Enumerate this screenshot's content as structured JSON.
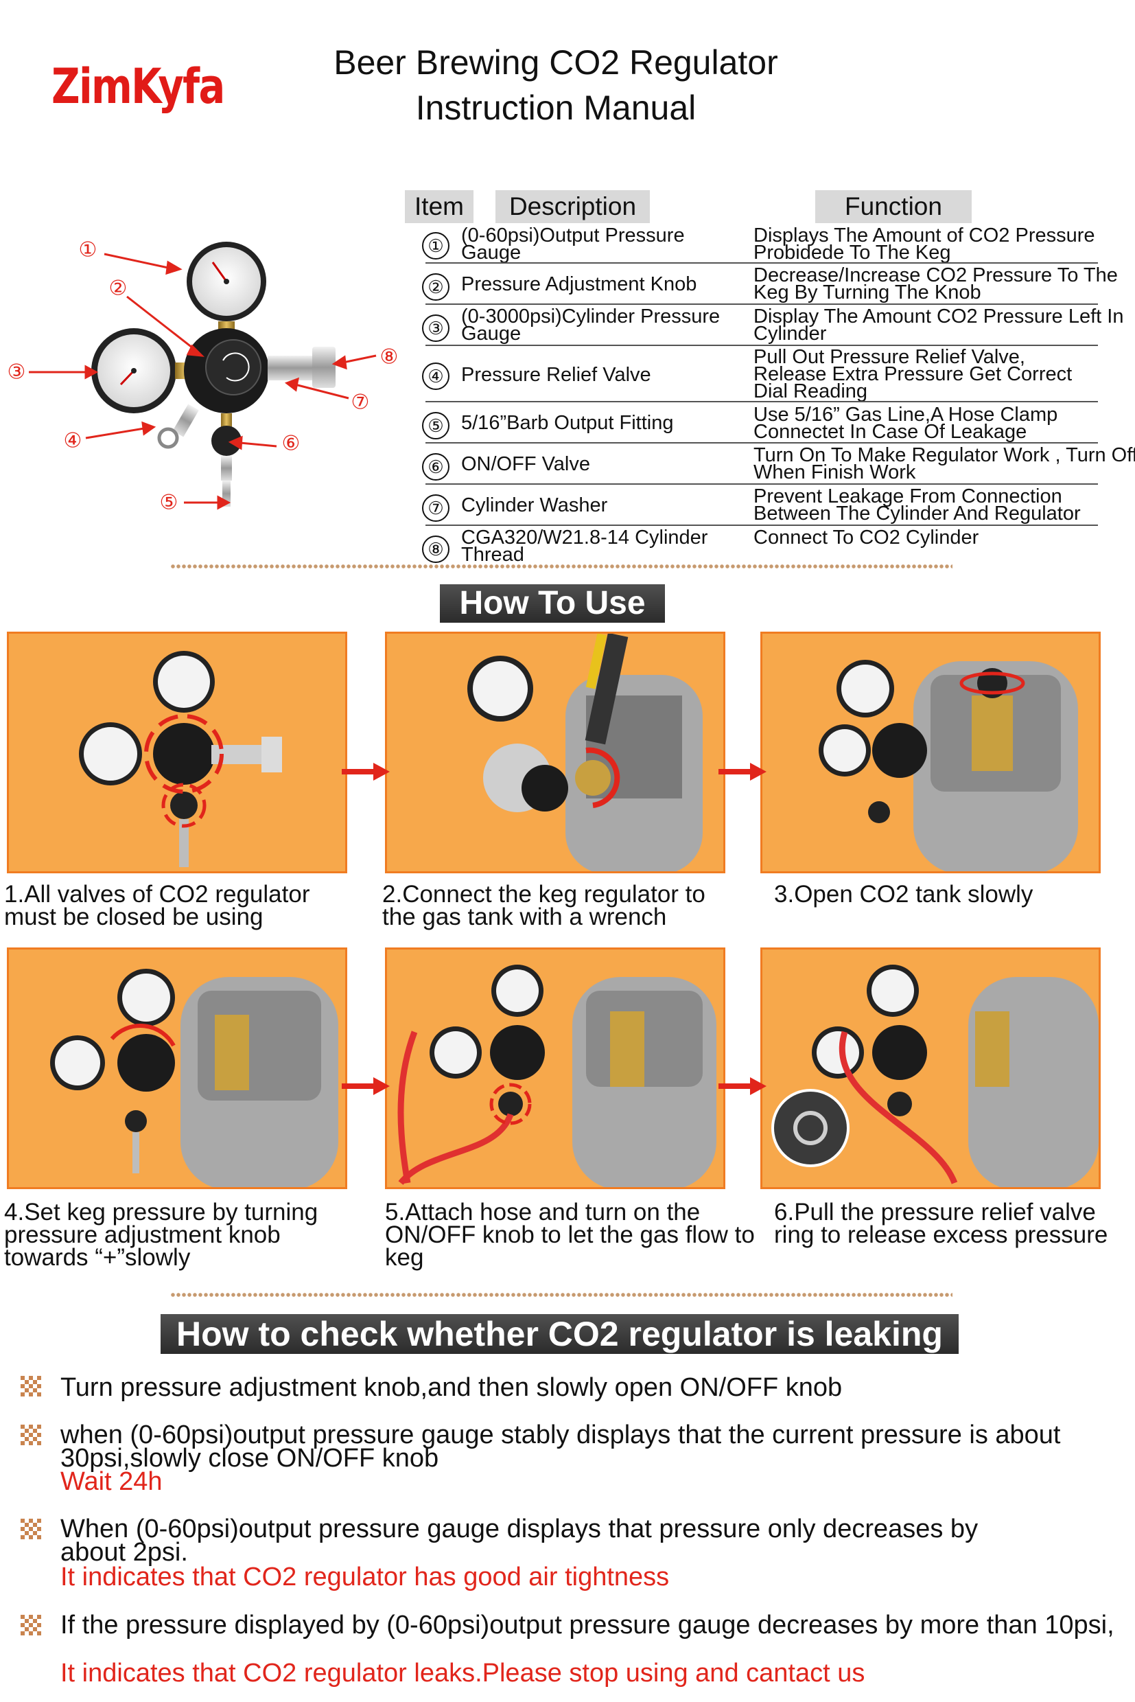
{
  "brand": "ZimKyfa",
  "title": {
    "line1": "Beer Brewing CO2 Regulator",
    "line2": "Instruction Manual"
  },
  "table": {
    "headers": {
      "item": "Item",
      "description": "Description",
      "function": "Function"
    },
    "rows": [
      {
        "num": "①",
        "description": "(0-60psi)Output Pressure Gauge",
        "function": "Displays The Amount of CO2 Pressure Probidede To The Keg"
      },
      {
        "num": "②",
        "description": "Pressure Adjustment Knob",
        "function": "Decrease/Increase CO2 Pressure To The Keg By Turning The Knob"
      },
      {
        "num": "③",
        "description": "(0-3000psi)Cylinder Pressure Gauge",
        "function": "Display The Amount CO2 Pressure Left In Cylinder"
      },
      {
        "num": "④",
        "description": "Pressure Relief Valve",
        "function": "Pull Out Pressure Relief Valve, Release Extra Pressure Get Correct Dial Reading"
      },
      {
        "num": "⑤",
        "description": "5/16”Barb Output Fitting",
        "function": "Use 5/16” Gas Line,A Hose Clamp Connectet In Case Of Leakage"
      },
      {
        "num": "⑥",
        "description": "ON/OFF Valve",
        "function": "Turn On To Make Regulator Work , Turn Off When Finish Work"
      },
      {
        "num": "⑦",
        "description": "Cylinder Washer",
        "function": "Prevent Leakage From Connection Between The Cylinder And Regulator"
      },
      {
        "num": "⑧",
        "description": "CGA320/W21.8-14 Cylinder Thread",
        "function": "Connect To CO2 Cylinder"
      }
    ]
  },
  "diagram_labels": [
    "①",
    "②",
    "③",
    "④",
    "⑤",
    "⑥",
    "⑦",
    "⑧"
  ],
  "how_to_use": {
    "title": "How To Use",
    "steps": [
      "1.All valves of CO2 regulator must be closed be using",
      "2.Connect the keg regulator to the gas tank with a wrench",
      "3.Open CO2 tank slowly",
      "4.Set keg pressure by turning pressure adjustment knob towards “+”slowly",
      "5.Attach hose and turn on the ON/OFF knob to let the gas flow to keg",
      "6.Pull the pressure relief valve ring to release excess pressure"
    ]
  },
  "leak_check": {
    "title": "How to check whether CO2 regulator is leaking",
    "items": [
      {
        "text": "Turn pressure adjustment knob,and then slowly open ON/OFF knob",
        "note": ""
      },
      {
        "text": "when (0-60psi)output pressure gauge stably displays that the current pressure is about 30psi,slowly close ON/OFF knob",
        "note": "Wait 24h"
      },
      {
        "text": "When (0-60psi)output pressure gauge  displays that pressure only decreases by about 2psi.",
        "note": "It indicates that CO2 regulator has good air tightness"
      },
      {
        "text": "If the pressure displayed by (0-60psi)output pressure gauge decreases by more than 10psi,",
        "note": "It indicates that CO2 regulator leaks.Please stop using and cantact us"
      }
    ]
  },
  "colors": {
    "brand": "#e11b17",
    "panel": "#f7a84b",
    "panel_border": "#f07c22",
    "accent_red": "#e1251b",
    "header_gray": "#d9d9d9"
  },
  "icons": {
    "bullet": "checker-bullet-icon",
    "arrow": "red-right-arrow-icon"
  }
}
